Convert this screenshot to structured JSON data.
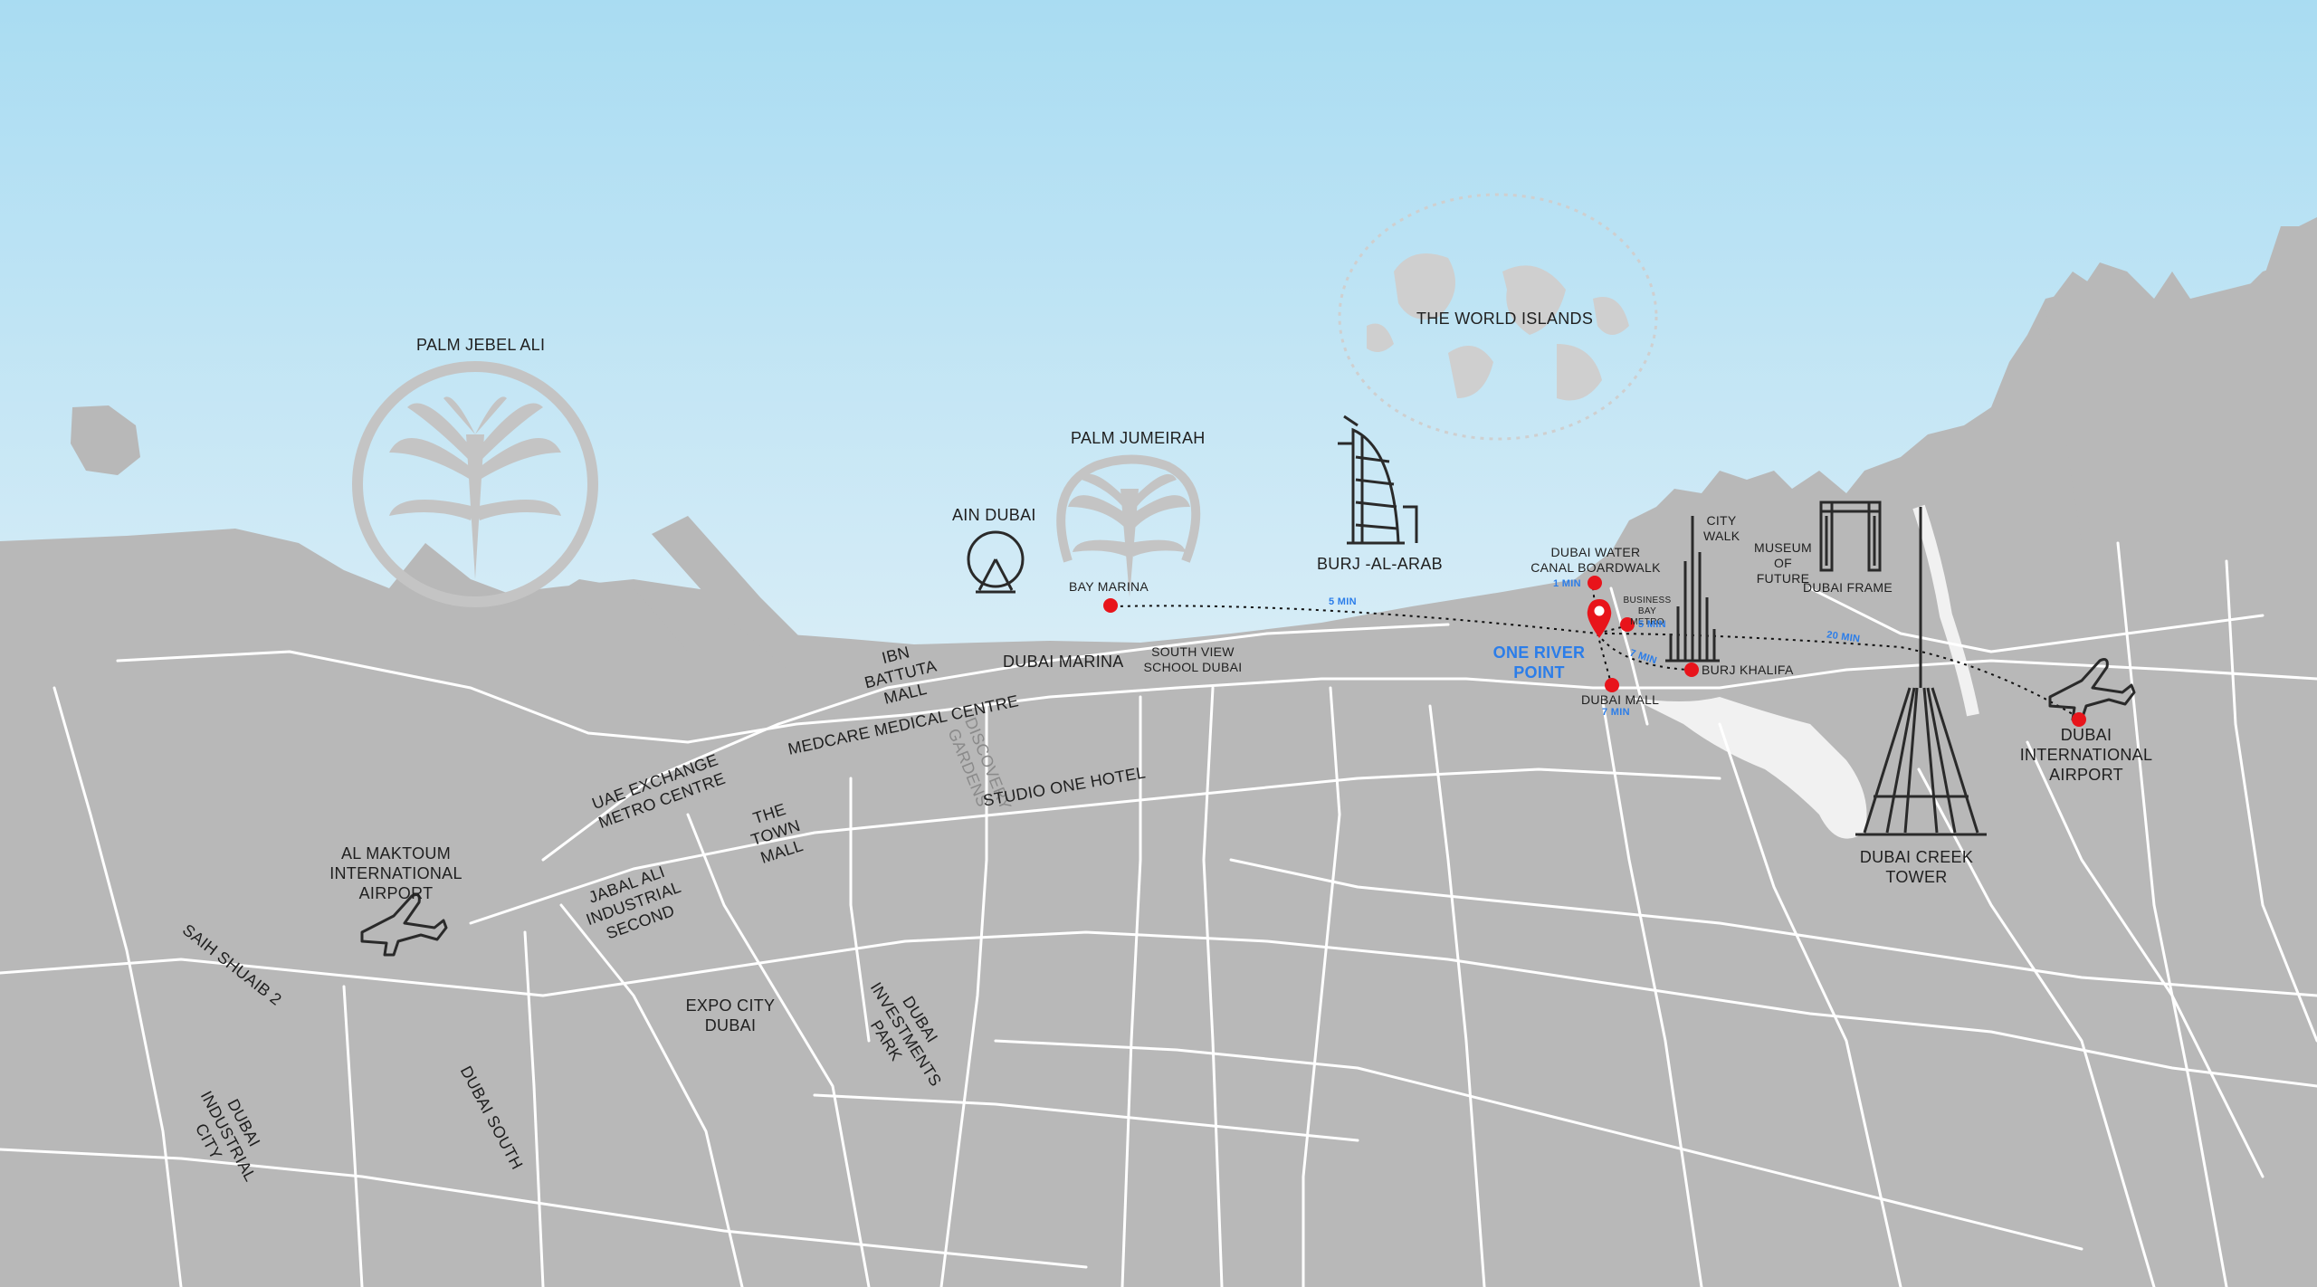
{
  "colors": {
    "sky_top": "#a9dcf2",
    "sky_bottom": "#eef2f4",
    "land": "#b8b8b8",
    "roads": "#ffffff",
    "marker": "#e8141b",
    "route": "#111111",
    "highlight": "#2b7de9",
    "icon_line": "#2a2a2a"
  },
  "destination": {
    "name": "ONE RIVER POINT"
  },
  "landmarks": {
    "palm_jebel_ali": "PALM JEBEL ALI",
    "palm_jumeirah": "PALM JUMEIRAH",
    "world_islands": "THE WORLD ISLANDS",
    "burj_al_arab": "BURJ -AL-ARAB",
    "ain_dubai": "AIN DUBAI",
    "bay_marina": "BAY MARINA",
    "dubai_water_canal": "DUBAI WATER CANAL BOARDWALK",
    "city_walk": "CITY WALK",
    "museum_of_future": "MUSEUM OF FUTURE",
    "dubai_frame": "DUBAI FRAME",
    "business_bay_metro": "BUSINESS BAY METRO",
    "burj_khalifa": "BURJ KHALIFA",
    "dubai_mall": "DUBAI MALL",
    "dubai_creek_tower": "DUBAI CREEK TOWER",
    "dubai_intl_airport": "DUBAI INTERNATIONAL AIRPORT",
    "al_maktoum_airport": "AL MAKTOUM INTERNATIONAL AIRPORT"
  },
  "areas": {
    "ibn_battuta": "IBN BATTUTA MALL",
    "dubai_marina": "DUBAI MARINA",
    "south_view_school": "SOUTH VIEW SCHOOL DUBAI",
    "medcare": "MEDCARE MEDICAL CENTRE",
    "discovery_gardens": "DISCOVERY GARDENS",
    "uae_exchange": "UAE EXCHANGE METRO CENTRE",
    "the_town_mall": "THE TOWN MALL",
    "studio_one": "STUDIO ONE HOTEL",
    "jabal_ali_industrial": "JABAL ALI INDUSTRIAL SECOND",
    "saih_shuaib": "SAIH SHUAIB 2",
    "expo_city": "EXPO CITY DUBAI",
    "investments_park": "DUBAI INVESTMENTS PARK",
    "industrial_city": "DUBAI INDUSTRIAL CITY",
    "dubai_south": "DUBAI SOUTH"
  },
  "travel_times": {
    "bay_marina": "5 MIN",
    "canal": "1 MIN",
    "metro": "5 MIN",
    "burj_khalifa": "7 MIN",
    "dubai_mall": "7 MIN",
    "airport": "20 MIN"
  }
}
